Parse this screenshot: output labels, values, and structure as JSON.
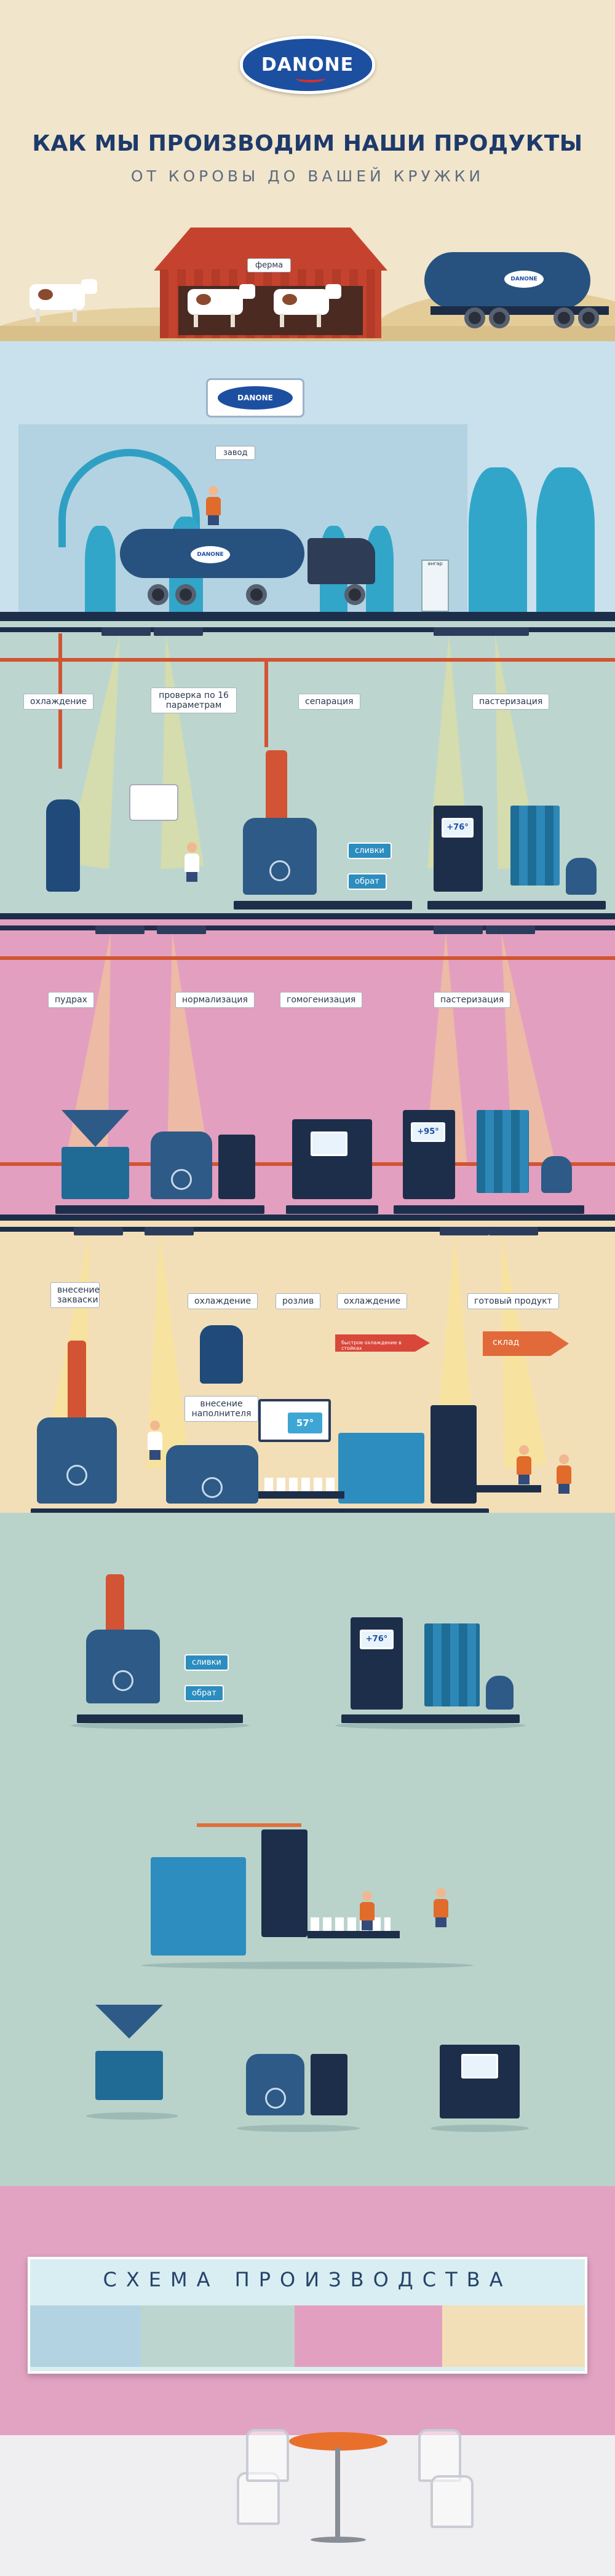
{
  "brand": "DANONE",
  "header": {
    "title": "КАК МЫ ПРОИЗВОДИМ НАШИ ПРОДУКТЫ",
    "subtitle": "ОТ КОРОВЫ ДО ВАШЕЙ КРУЖКИ"
  },
  "farm": {
    "label": "ферма"
  },
  "factory": {
    "label": "завод",
    "shed_label": "ангар"
  },
  "stage1": {
    "labels": [
      "охлаждение",
      "проверка по 16 параметрам",
      "сепарация",
      "пастеризация"
    ],
    "tags": {
      "cream": "сливки",
      "skim": "обрат"
    },
    "screen": "+76°"
  },
  "stage2": {
    "labels": [
      "пудрах",
      "нормализация",
      "гомогенизация",
      "пастеризация"
    ],
    "screen": "+95°"
  },
  "stage3": {
    "labels": [
      "внесение закваски",
      "охлаждение",
      "розлив",
      "охлаждение",
      "готовый продукт"
    ],
    "filler_label": "внесение наполнителя",
    "display": "57°",
    "arrow_fast": "быстрое охлаждение в стойках",
    "arrow_store": "склад"
  },
  "showcase": {
    "tags": {
      "cream": "сливки",
      "skim": "обрат"
    },
    "screen": "+76°"
  },
  "mockup": {
    "title": "СХЕМА ПРОИЗВОДСТВА"
  },
  "colors": {
    "navy": "#1d2e4b",
    "blue": "#2d5a86",
    "cyan": "#32a6c9",
    "orange": "#e26a3a",
    "red_pipe": "#d25434",
    "stage1_bg": "#bcd6cf",
    "stage2_bg": "#e39fc0",
    "stage3_bg": "#f3dfb7"
  }
}
